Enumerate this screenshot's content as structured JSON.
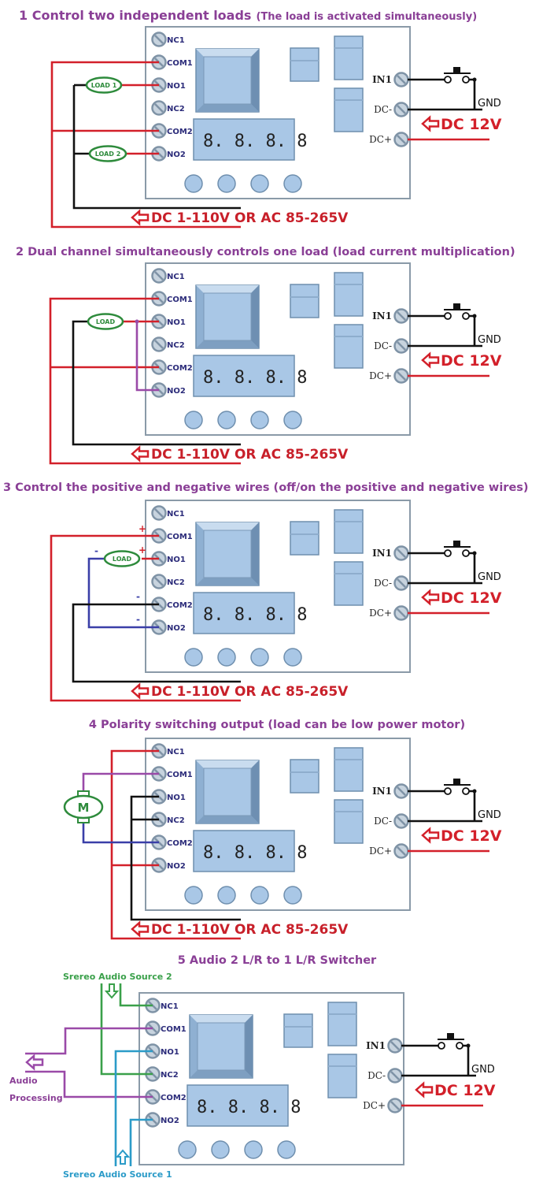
{
  "colors": {
    "title": "#8a3f96",
    "red_wire": "#d3202a",
    "black_wire": "#111111",
    "blue_wire": "#3a3fa8",
    "purple_wire": "#9a4aa8",
    "green_load": "#2e8b3c",
    "green_wire": "#3aa04a",
    "cyan_wire": "#2b9bc8",
    "board_fill": "#ffffff",
    "board_stroke": "#8a9aa8",
    "component_fill": "#a9c7e6",
    "component_stroke": "#6f8fae"
  },
  "board": {
    "left_terminals": [
      "NC1",
      "COM1",
      "NO1",
      "NC2",
      "COM2",
      "NO2"
    ],
    "right_terminals": [
      "IN1",
      "DC-",
      "DC+"
    ],
    "display_text": "8. 8. 8. 8",
    "button_count": 4,
    "ground_label": "GND",
    "control_supply_label": "DC 12V"
  },
  "supply_label": "DC 1-110V OR AC 85-265V",
  "sections": [
    {
      "title_main": "1 Control two independent loads",
      "title_note": "(The load is activated simultaneously)",
      "loads": [
        "LOAD 1",
        "LOAD 2"
      ]
    },
    {
      "title_main": "2 Dual channel simultaneously controls one load (load current multiplication)",
      "title_note": "",
      "loads": [
        "LOAD"
      ]
    },
    {
      "title_main": "3 Control the positive and negative wires (off/on the positive and negative wires)",
      "title_note": "",
      "loads": [
        "LOAD"
      ],
      "polarity_signs": [
        "+",
        "+",
        "-",
        "-",
        "-"
      ]
    },
    {
      "title_main": "4 Polarity switching output (load can be low power motor)",
      "title_note": "",
      "motor_label": "M"
    },
    {
      "title_main": "5 Audio 2 L/R to 1 L/R Switcher",
      "title_note": "",
      "source2_label": "Srereo Audio Source 2",
      "source1_label": "Srereo Audio Source 1",
      "processing_label_line1": "Audio",
      "processing_label_line2": "Processing"
    }
  ]
}
